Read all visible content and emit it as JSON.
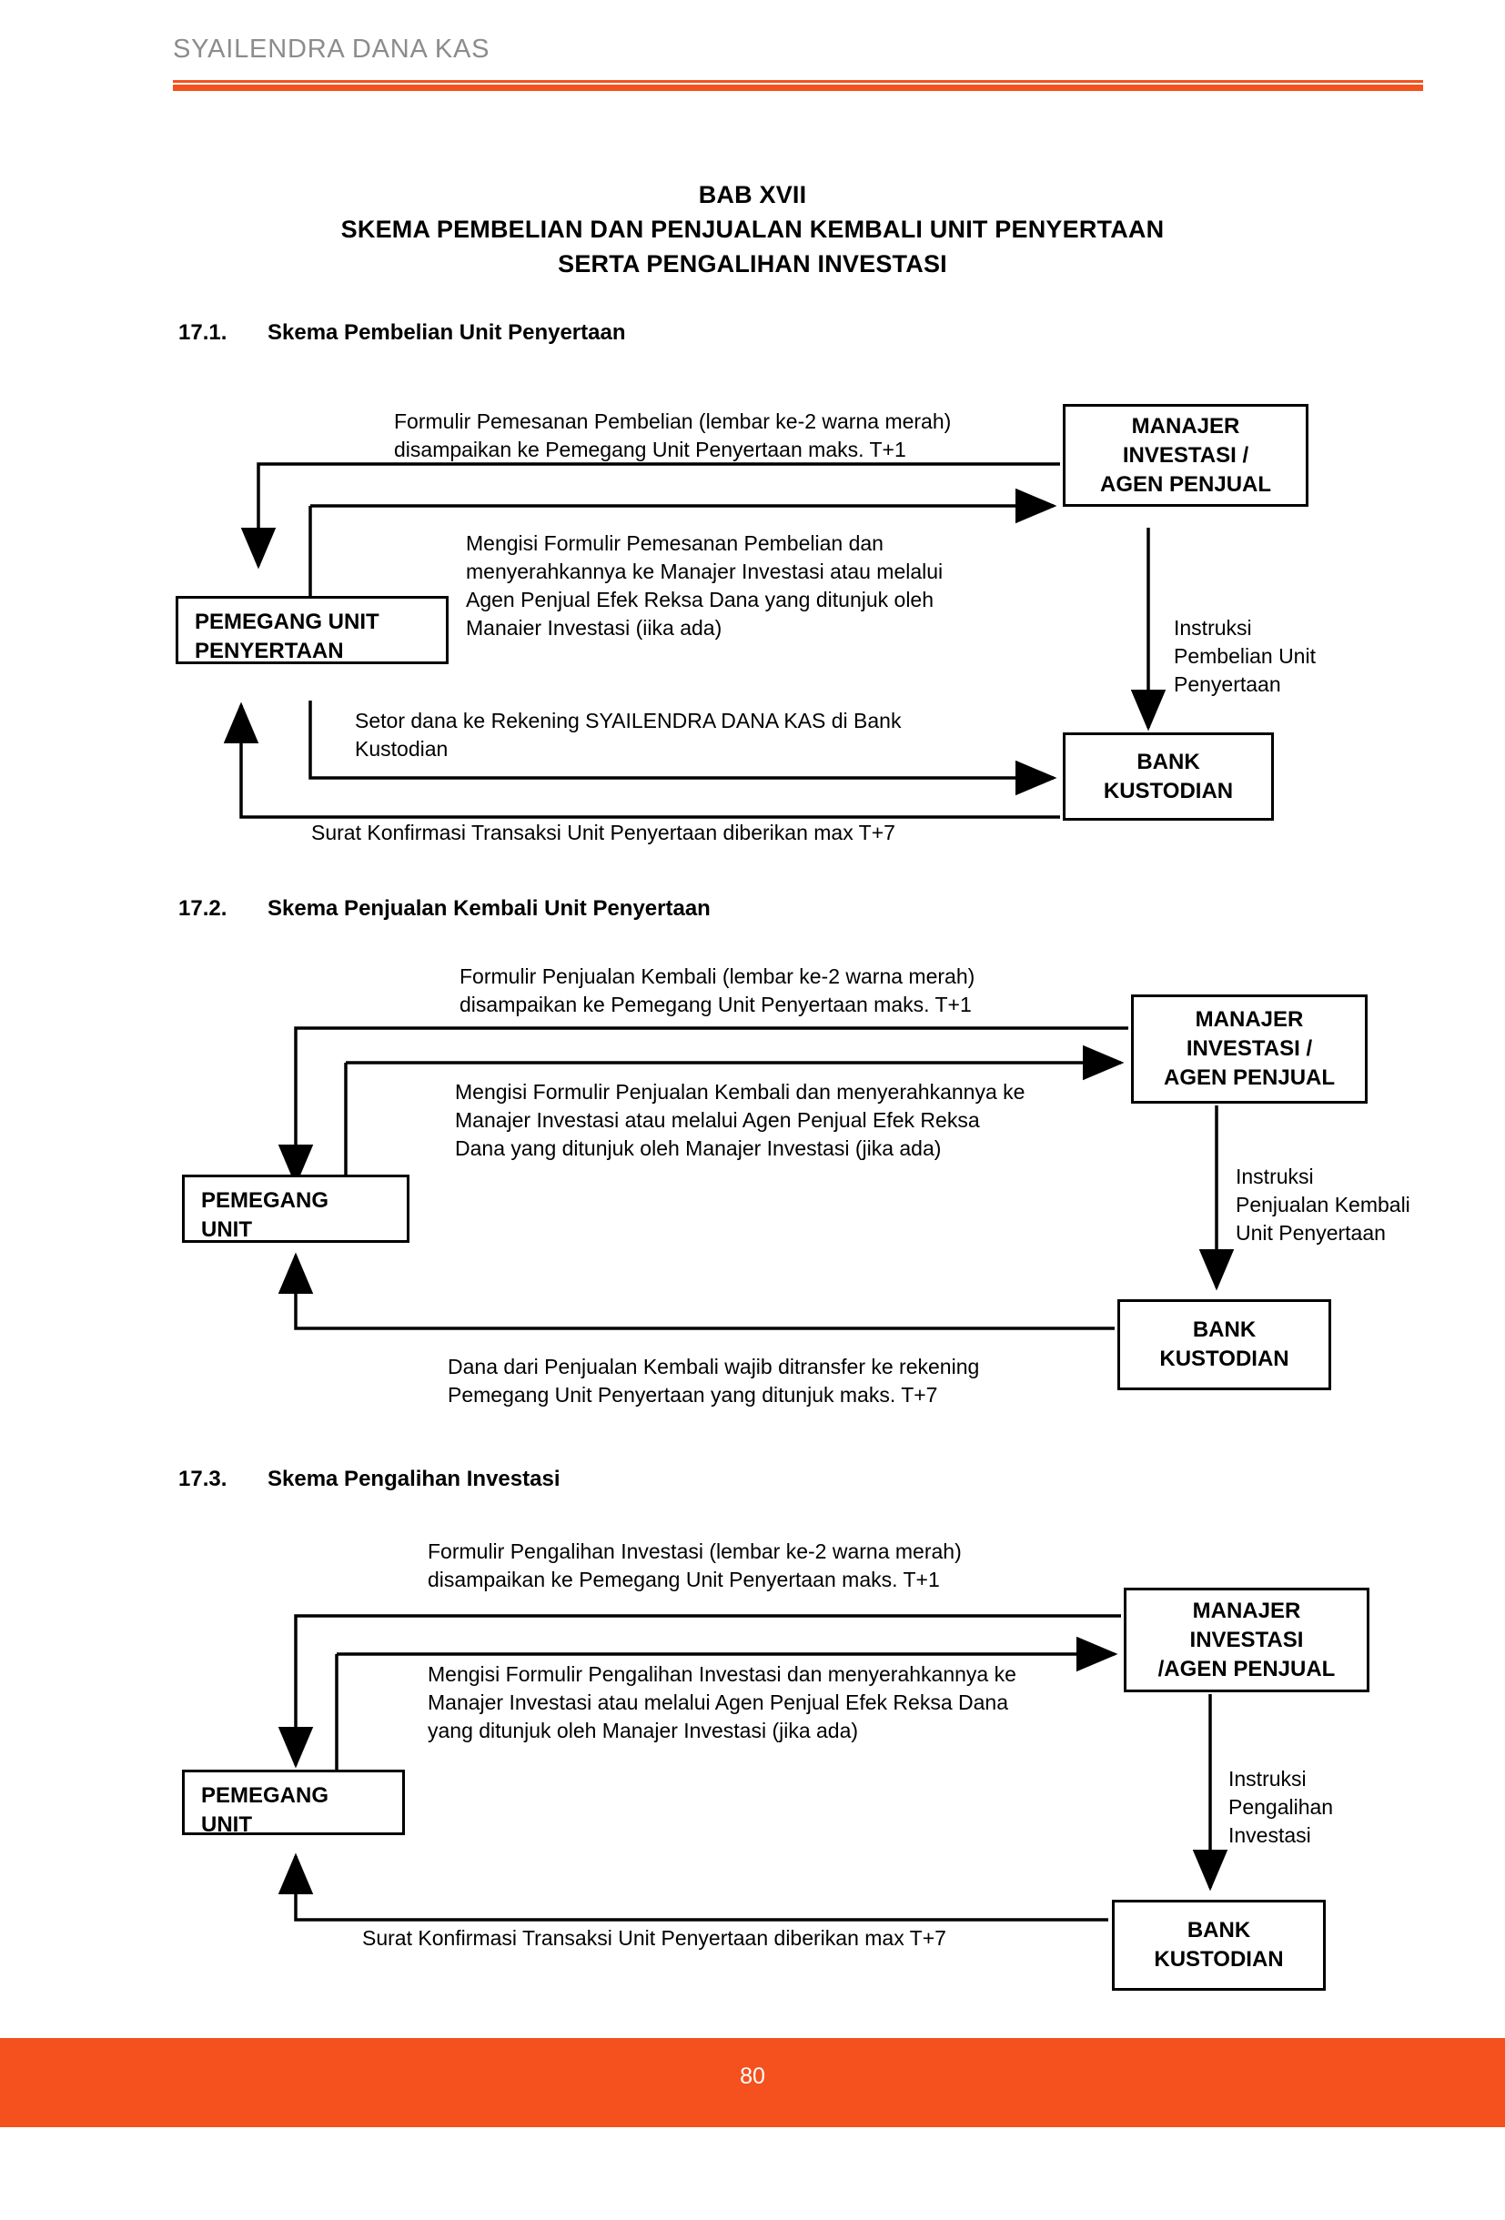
{
  "header": {
    "title": "SYAILENDRA DANA KAS",
    "rule_color": "#f4511e"
  },
  "footer": {
    "page_number": "80",
    "bar_color": "#f4511e"
  },
  "chapter": {
    "line1": "BAB XVII",
    "line2": "SKEMA PEMBELIAN DAN PENJUALAN KEMBALI UNIT PENYERTAAN",
    "line3": "SERTA PENGALIHAN INVESTASI"
  },
  "sections": [
    {
      "number": "17.1.",
      "title": "Skema Pembelian Unit Penyertaan",
      "nodes": {
        "holder": "PEMEGANG UNIT\nPENYERTAAN",
        "manager": "MANAJER\nINVESTASI /\nAGEN PENJUAL",
        "custodian": "BANK\nKUSTODIAN"
      },
      "flows": {
        "form_delivery": "Formulir Pemesanan Pembelian (lembar ke-2 warna merah)\ndisampaikan ke Pemegang Unit Penyertaan maks. T+1",
        "fill_form": "Mengisi Formulir Pemesanan Pembelian dan\nmenyerahkannya ke Manajer Investasi atau melalui\nAgen Penjual Efek Reksa Dana yang ditunjuk oleh\nManaier Investasi (iika ada)",
        "instruction": "Instruksi\nPembelian Unit\nPenyertaan",
        "deposit": "Setor dana ke Rekening SYAILENDRA DANA KAS di Bank\nKustodian",
        "confirmation": "Surat Konfirmasi Transaksi Unit Penyertaan diberikan max T+7"
      }
    },
    {
      "number": "17.2.",
      "title": "Skema Penjualan Kembali Unit Penyertaan",
      "nodes": {
        "holder": "PEMEGANG\nUNIT\nPENYERTAAN",
        "manager": "MANAJER\nINVESTASI /\nAGEN PENJUAL",
        "custodian": "BANK\nKUSTODIAN"
      },
      "flows": {
        "form_delivery": "Formulir Penjualan Kembali (lembar ke-2 warna merah)\ndisampaikan ke Pemegang Unit Penyertaan maks. T+1",
        "fill_form": "Mengisi Formulir Penjualan Kembali dan menyerahkannya ke\nManajer Investasi atau melalui Agen Penjual Efek Reksa\nDana yang ditunjuk oleh Manajer Investasi (jika ada)",
        "instruction": "Instruksi\nPenjualan Kembali\nUnit Penyertaan",
        "transfer": "Dana dari Penjualan Kembali wajib ditransfer ke rekening\nPemegang Unit Penyertaan yang ditunjuk maks. T+7"
      }
    },
    {
      "number": "17.3.",
      "title": "Skema Pengalihan Investasi",
      "nodes": {
        "holder": "PEMEGANG\nUNIT\nPENYERTAAN",
        "manager": "MANAJER\nINVESTASI\n/AGEN PENJUAL",
        "custodian": "BANK\nKUSTODIAN"
      },
      "flows": {
        "form_delivery": "Formulir Pengalihan Investasi (lembar ke-2 warna merah)\ndisampaikan ke Pemegang Unit Penyertaan maks. T+1",
        "fill_form": "Mengisi Formulir Pengalihan Investasi dan menyerahkannya ke\nManajer Investasi atau melalui Agen Penjual Efek Reksa Dana\nyang ditunjuk oleh Manajer Investasi (jika ada)",
        "instruction": "Instruksi\nPengalihan\nInvestasi",
        "confirmation": "Surat Konfirmasi Transaksi Unit Penyertaan diberikan max T+7"
      }
    }
  ]
}
